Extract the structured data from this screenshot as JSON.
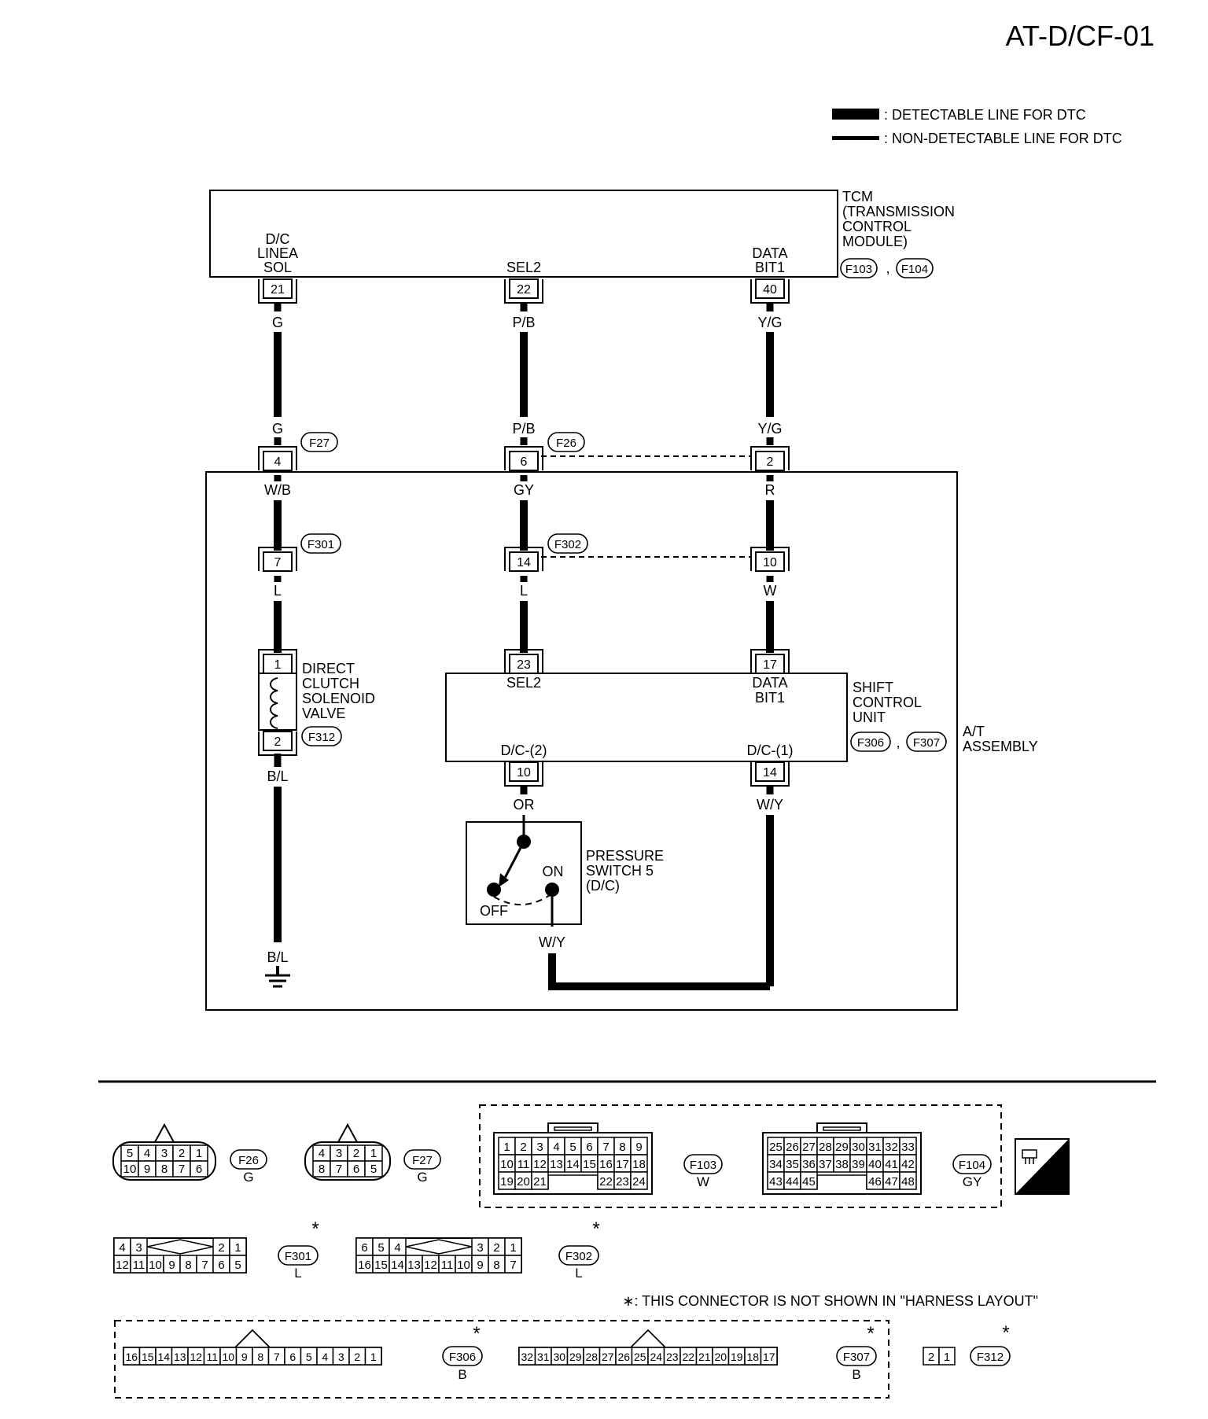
{
  "page_code": "AT-D/CF-01",
  "legend": {
    "detectable": ": DETECTABLE LINE FOR DTC",
    "non_detectable": ": NON-DETECTABLE LINE FOR DTC"
  },
  "tcm": {
    "title_lines": [
      "TCM",
      "(TRANSMISSION",
      "CONTROL",
      "MODULE)"
    ],
    "connectors": [
      "F103",
      "F104"
    ],
    "terminals": [
      {
        "id": "21",
        "label_lines": [
          "D/C",
          "LINEA",
          "SOL"
        ],
        "wire": "G"
      },
      {
        "id": "22",
        "label_lines": [
          "SEL2"
        ],
        "wire": "P/B"
      },
      {
        "id": "40",
        "label_lines": [
          "DATA",
          "BIT1"
        ],
        "wire": "Y/G"
      }
    ]
  },
  "connector_f27": {
    "name": "F27",
    "terminal": "4",
    "wire_in": "G",
    "wire_out": "W/B"
  },
  "connector_f26": {
    "name": "F26",
    "terminals": [
      "6",
      "2"
    ],
    "wires_in": [
      "P/B",
      "Y/G"
    ],
    "wires_out": [
      "GY",
      "R"
    ]
  },
  "connector_f301": {
    "name": "F301",
    "terminal": "7",
    "wire_out": "L"
  },
  "connector_f302": {
    "name": "F302",
    "terminals": [
      "14",
      "10"
    ],
    "wires_out": [
      "L",
      "W"
    ]
  },
  "solenoid": {
    "label_lines": [
      "DIRECT",
      "CLUTCH",
      "SOLENOID",
      "VALVE"
    ],
    "connector": "F312",
    "terminals": [
      "1",
      "2"
    ],
    "wire_out": "B/L",
    "ground_wire": "B/L"
  },
  "shift_unit": {
    "label_lines": [
      "SHIFT",
      "CONTROL",
      "UNIT"
    ],
    "connectors": [
      "F306",
      "F307"
    ],
    "in_terminals": [
      {
        "id": "23",
        "label": "SEL2"
      },
      {
        "id": "17",
        "label_lines": [
          "DATA",
          "BIT1"
        ]
      }
    ],
    "out_terminals": [
      {
        "id": "10",
        "label": "D/C-(2)",
        "wire": "OR"
      },
      {
        "id": "14",
        "label": "D/C-(1)",
        "wire": "W/Y"
      }
    ]
  },
  "pressure_switch": {
    "label_lines": [
      "PRESSURE",
      "SWITCH 5",
      "(D/C)"
    ],
    "on": "ON",
    "off": "OFF",
    "wire_out": "W/Y"
  },
  "assembly": {
    "label_lines": [
      "A/T",
      "ASSEMBLY"
    ]
  },
  "separator_sep": ",",
  "footnote": "∗: THIS CONNECTOR IS NOT SHOWN IN \"HARNESS LAYOUT\"",
  "hs_badge": "H.S.",
  "asterisk": "*",
  "connector_views": {
    "f26": {
      "name": "F26",
      "color": "G",
      "top": [
        "5",
        "4",
        "3",
        "2",
        "1"
      ],
      "bottom": [
        "10",
        "9",
        "8",
        "7",
        "6"
      ]
    },
    "f27": {
      "name": "F27",
      "color": "G",
      "top": [
        "4",
        "3",
        "2",
        "1"
      ],
      "bottom": [
        "8",
        "7",
        "6",
        "5"
      ]
    },
    "f103": {
      "name": "F103",
      "color": "W",
      "row1": [
        "1",
        "2",
        "3",
        "4",
        "5",
        "6",
        "7",
        "8",
        "9"
      ],
      "row2": [
        "10",
        "11",
        "12",
        "13",
        "14",
        "15",
        "16",
        "17",
        "18"
      ],
      "row3_left": [
        "19",
        "20",
        "21"
      ],
      "row3_right": [
        "22",
        "23",
        "24"
      ]
    },
    "f104": {
      "name": "F104",
      "color": "GY",
      "row1": [
        "25",
        "26",
        "27",
        "28",
        "29",
        "30",
        "31",
        "32",
        "33"
      ],
      "row2": [
        "34",
        "35",
        "36",
        "37",
        "38",
        "39",
        "40",
        "41",
        "42"
      ],
      "row3_left": [
        "43",
        "44",
        "45"
      ],
      "row3_right": [
        "46",
        "47",
        "48"
      ]
    },
    "f301": {
      "name": "F301",
      "color": "L",
      "top_left": [
        "4",
        "3"
      ],
      "top_right": [
        "2",
        "1"
      ],
      "bottom": [
        "12",
        "11",
        "10",
        "9",
        "8",
        "7",
        "6",
        "5"
      ]
    },
    "f302": {
      "name": "F302",
      "color": "L",
      "top_left": [
        "6",
        "5",
        "4"
      ],
      "top_right": [
        "3",
        "2",
        "1"
      ],
      "bottom": [
        "16",
        "15",
        "14",
        "13",
        "12",
        "11",
        "10",
        "9",
        "8",
        "7"
      ]
    },
    "f306": {
      "name": "F306",
      "color": "B",
      "pins": [
        "16",
        "15",
        "14",
        "13",
        "12",
        "11",
        "10",
        "9",
        "8",
        "7",
        "6",
        "5",
        "4",
        "3",
        "2",
        "1"
      ]
    },
    "f307": {
      "name": "F307",
      "color": "B",
      "pins": [
        "32",
        "31",
        "30",
        "29",
        "28",
        "27",
        "26",
        "25",
        "24",
        "23",
        "22",
        "21",
        "20",
        "19",
        "18",
        "17"
      ]
    },
    "f312": {
      "name": "F312",
      "pins": [
        "2",
        "1"
      ]
    }
  }
}
